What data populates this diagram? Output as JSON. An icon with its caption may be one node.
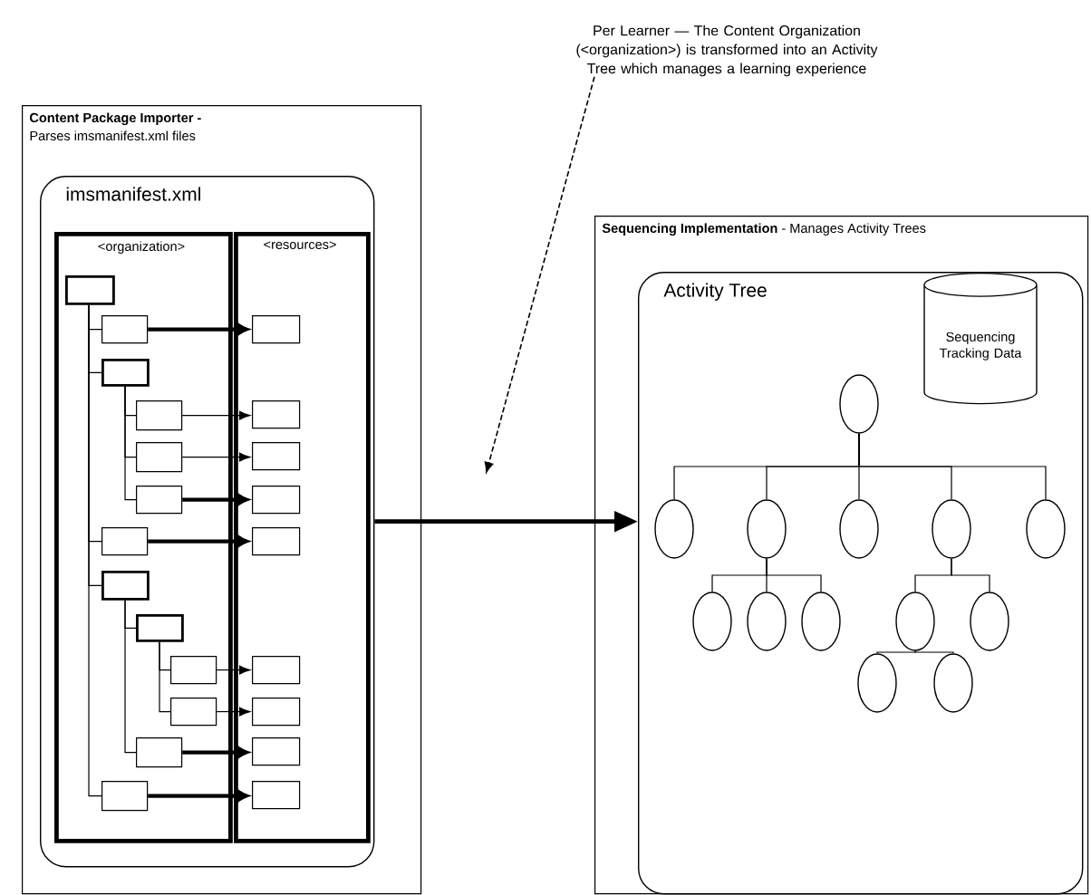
{
  "diagram": {
    "nodes": [
      {
        "text": [
          "Content Package Importer -",
          "Parses imsmanifest.xml files"
        ]
      },
      {
        "text": [
          "imsmanifest.xml"
        ],
        "in": 0
      },
      {
        "text": [
          "<organization>"
        ],
        "in": 1
      },
      {
        "text": [
          "<resources>"
        ],
        "in": 1
      },
      {
        "text": [],
        "shape": "box",
        "in": 2
      },
      {
        "text": [],
        "shape": "box",
        "in": 2
      },
      {
        "text": [],
        "shape": "box",
        "in": 2
      },
      {
        "text": [],
        "shape": "box",
        "in": 2
      },
      {
        "text": [],
        "shape": "box",
        "in": 2
      },
      {
        "text": [],
        "shape": "box",
        "in": 2
      },
      {
        "text": [],
        "shape": "box",
        "in": 2
      },
      {
        "text": [],
        "shape": "box",
        "in": 2
      },
      {
        "text": [],
        "shape": "box",
        "in": 2
      },
      {
        "text": [],
        "shape": "box",
        "in": 2
      },
      {
        "text": [],
        "shape": "box",
        "in": 2
      },
      {
        "text": [],
        "shape": "box",
        "in": 2
      },
      {
        "text": [],
        "shape": "box",
        "in": 2
      },
      {
        "text": [],
        "shape": "box",
        "in": 3
      },
      {
        "text": [],
        "shape": "box",
        "in": 3
      },
      {
        "text": [],
        "shape": "box",
        "in": 3
      },
      {
        "text": [],
        "shape": "box",
        "in": 3
      },
      {
        "text": [],
        "shape": "box",
        "in": 3
      },
      {
        "text": [],
        "shape": "box",
        "in": 3
      },
      {
        "text": [],
        "shape": "box",
        "in": 3
      },
      {
        "text": [],
        "shape": "box",
        "in": 3
      },
      {
        "text": [],
        "shape": "box",
        "in": 3
      },
      {
        "text": [
          "Per Learner — The Content Organization (<organization>) is transformed into an Activity Tree which manages a learning experience"
        ]
      },
      {
        "text": [
          "**Sequencing Implementation** - Manages Activity Trees"
        ]
      },
      {
        "text": [
          "Activity Tree"
        ],
        "in": 27
      },
      {
        "text": [
          "Sequencing Tracking Data"
        ],
        "in": 28
      },
      {
        "text": [],
        "shape": "circle",
        "in": 28
      },
      {
        "text": [],
        "shape": "circle",
        "in": 28
      },
      {
        "text": [],
        "shape": "circle",
        "in": 28
      },
      {
        "text": [],
        "shape": "circle",
        "in": 28
      },
      {
        "text": [],
        "shape": "circle",
        "in": 28
      },
      {
        "text": [],
        "shape": "circle",
        "in": 28
      },
      {
        "text": [],
        "shape": "circle",
        "in": 28
      },
      {
        "text": [],
        "shape": "circle",
        "in": 28
      },
      {
        "text": [],
        "shape": "circle",
        "in": 28
      },
      {
        "text": [],
        "shape": "circle",
        "in": 28
      },
      {
        "text": [],
        "shape": "circle",
        "in": 28
      },
      {
        "text": [],
        "shape": "circle",
        "in": 28
      },
      {
        "text": [],
        "shape": "circle",
        "in": 28
      }
    ],
    "edges": [
      {
        "from": 4,
        "to": 5,
        "arrow": "none"
      },
      {
        "from": 4,
        "to": 6,
        "arrow": "none"
      },
      {
        "from": 4,
        "to": 10,
        "arrow": "none"
      },
      {
        "from": 4,
        "to": 11,
        "arrow": "none"
      },
      {
        "from": 4,
        "to": 16,
        "arrow": "none"
      },
      {
        "from": 6,
        "to": 7,
        "arrow": "none"
      },
      {
        "from": 6,
        "to": 8,
        "arrow": "none"
      },
      {
        "from": 6,
        "to": 9,
        "arrow": "none"
      },
      {
        "from": 11,
        "to": 12,
        "arrow": "none"
      },
      {
        "from": 11,
        "to": 15,
        "arrow": "none"
      },
      {
        "from": 12,
        "to": 13,
        "arrow": "none"
      },
      {
        "from": 12,
        "to": 14,
        "arrow": "none"
      },
      {
        "from": 5,
        "to": 17,
        "arrow": "to",
        "style": "thick"
      },
      {
        "from": 7,
        "to": 18,
        "arrow": "to"
      },
      {
        "from": 8,
        "to": 19,
        "arrow": "to"
      },
      {
        "from": 9,
        "to": 20,
        "arrow": "to",
        "style": "thick"
      },
      {
        "from": 10,
        "to": 21,
        "arrow": "to",
        "style": "thick"
      },
      {
        "from": 13,
        "to": 22,
        "arrow": "to"
      },
      {
        "from": 14,
        "to": 23,
        "arrow": "to"
      },
      {
        "from": 15,
        "to": 24,
        "arrow": "to",
        "style": "thick"
      },
      {
        "from": 16,
        "to": 25,
        "arrow": "to",
        "style": "thick"
      },
      {
        "from": 1,
        "to": 28,
        "arrow": "to",
        "style": "thick"
      },
      {
        "from": 26,
        "to": null,
        "arrow": "to",
        "style": "dashed"
      },
      {
        "from": 30,
        "to": 31,
        "arrow": "none"
      },
      {
        "from": 30,
        "to": 32,
        "arrow": "none"
      },
      {
        "from": 30,
        "to": 33,
        "arrow": "none"
      },
      {
        "from": 30,
        "to": 34,
        "arrow": "none"
      },
      {
        "from": 30,
        "to": 35,
        "arrow": "none"
      },
      {
        "from": 32,
        "to": 36,
        "arrow": "none"
      },
      {
        "from": 32,
        "to": 37,
        "arrow": "none"
      },
      {
        "from": 32,
        "to": 38,
        "arrow": "none"
      },
      {
        "from": 34,
        "to": 39,
        "arrow": "none"
      },
      {
        "from": 34,
        "to": 40,
        "arrow": "none"
      },
      {
        "from": 39,
        "to": 41,
        "arrow": "none"
      },
      {
        "from": 39,
        "to": 42,
        "arrow": "none"
      }
    ]
  }
}
